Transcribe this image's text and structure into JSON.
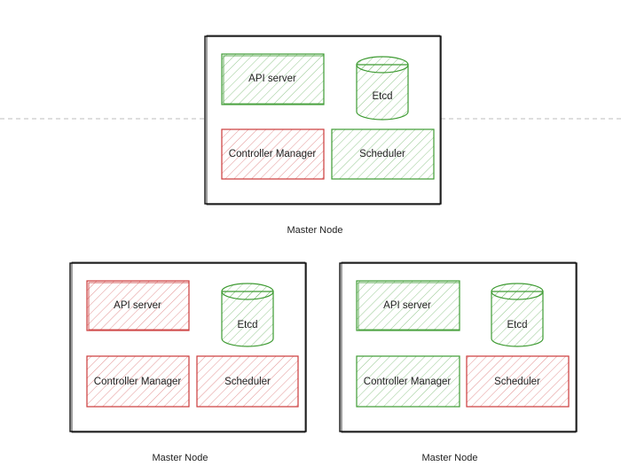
{
  "colors": {
    "green": "#3e9b32",
    "red": "#cc3a3a",
    "frame": "#111111",
    "divider": "#bdbdbd"
  },
  "top": {
    "caption": "Master Node",
    "api_server": "API server",
    "etcd": "Etcd",
    "controller_manager": "Controller Manager",
    "scheduler": "Scheduler",
    "status": {
      "api_server": "green",
      "etcd": "green",
      "controller_manager": "red",
      "scheduler": "green"
    }
  },
  "left": {
    "caption": "Master Node",
    "api_server": "API server",
    "etcd": "Etcd",
    "controller_manager": "Controller Manager",
    "scheduler": "Scheduler",
    "status": {
      "api_server": "red",
      "etcd": "green",
      "controller_manager": "red",
      "scheduler": "red"
    }
  },
  "right": {
    "caption": "Master Node",
    "api_server": "API server",
    "etcd": "Etcd",
    "controller_manager": "Controller Manager",
    "scheduler": "Scheduler",
    "status": {
      "api_server": "green",
      "etcd": "green",
      "controller_manager": "green",
      "scheduler": "red"
    }
  }
}
